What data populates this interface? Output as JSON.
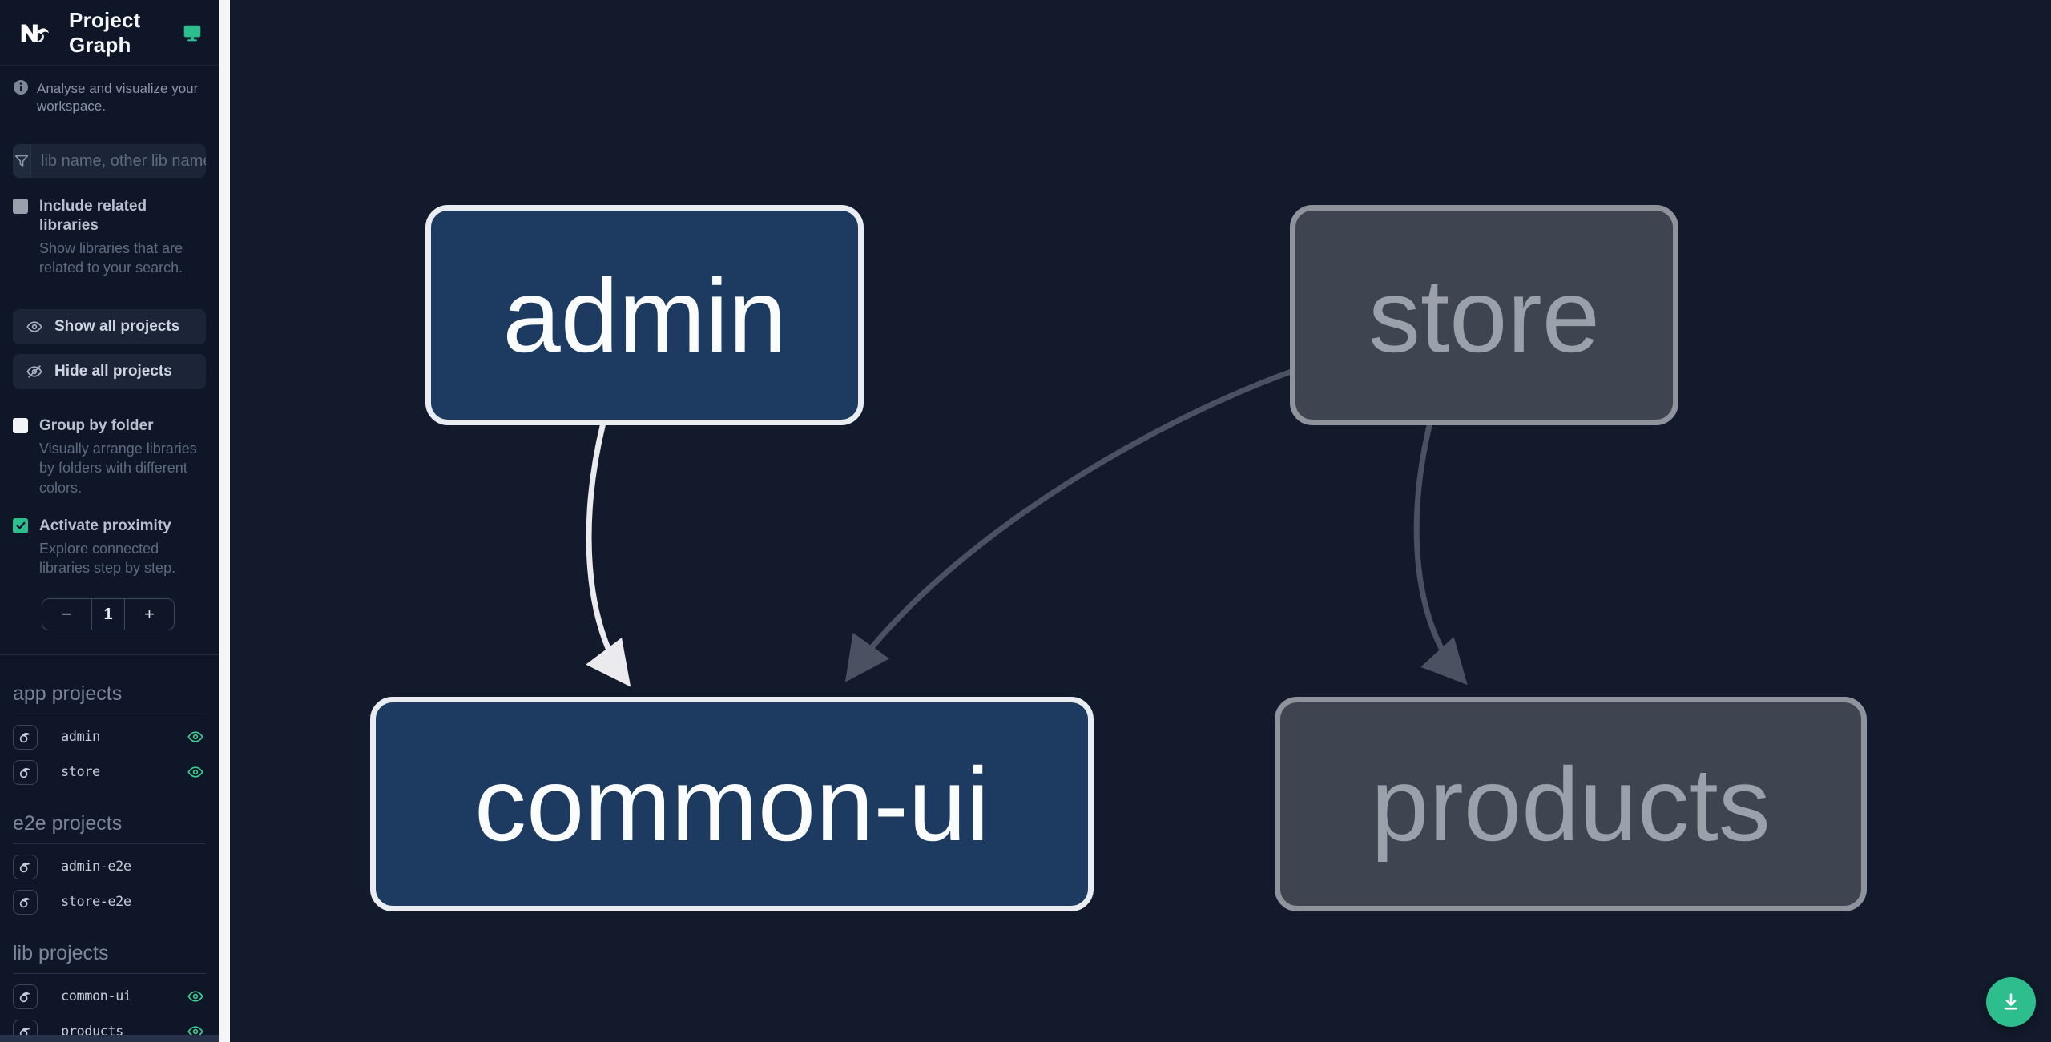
{
  "header": {
    "title": "Project Graph"
  },
  "sidebar": {
    "info_text": "Analyse and visualize your workspace.",
    "search_placeholder": "lib name, other lib name",
    "include_related": {
      "label": "Include related libraries",
      "description": "Show libraries that are related to your search.",
      "checked": false
    },
    "show_all_label": "Show all projects",
    "hide_all_label": "Hide all projects",
    "group_by_folder": {
      "label": "Group by folder",
      "description": "Visually arrange libraries by folders with different colors.",
      "checked": false
    },
    "activate_proximity": {
      "label": "Activate proximity",
      "description": "Explore connected libraries step by step.",
      "checked": true
    },
    "proximity": {
      "decrement": "−",
      "value": "1",
      "increment": "+"
    },
    "sections": [
      {
        "title": "app projects",
        "items": [
          {
            "name": "admin",
            "visible": true
          },
          {
            "name": "store",
            "visible": true
          }
        ]
      },
      {
        "title": "e2e projects",
        "items": [
          {
            "name": "admin-e2e",
            "visible": false
          },
          {
            "name": "store-e2e",
            "visible": false
          }
        ]
      },
      {
        "title": "lib projects",
        "items": [
          {
            "name": "common-ui",
            "visible": true
          },
          {
            "name": "products",
            "visible": true
          }
        ]
      }
    ]
  },
  "graph": {
    "nodes": [
      {
        "label": "admin",
        "state": "focused"
      },
      {
        "label": "store",
        "state": "faded"
      },
      {
        "label": "common-ui",
        "state": "focused"
      },
      {
        "label": "products",
        "state": "faded"
      }
    ],
    "edges": [
      {
        "from": "admin",
        "to": "common-ui",
        "state": "focused"
      },
      {
        "from": "store",
        "to": "common-ui",
        "state": "faded"
      },
      {
        "from": "store",
        "to": "products",
        "state": "faded"
      }
    ]
  },
  "colors": {
    "accent_green": "#2ebd8d",
    "eye_green": "#3ecf92",
    "node_focused_fill": "#1d3b60",
    "node_focused_border": "#e9edf2",
    "node_faded_fill": "#3e4450",
    "node_faded_border": "#8e939c",
    "edge_focused": "#ebebee",
    "edge_faded": "#4a5261",
    "sidebar_bg": "#0e1627",
    "canvas_bg": "#121a2b"
  }
}
